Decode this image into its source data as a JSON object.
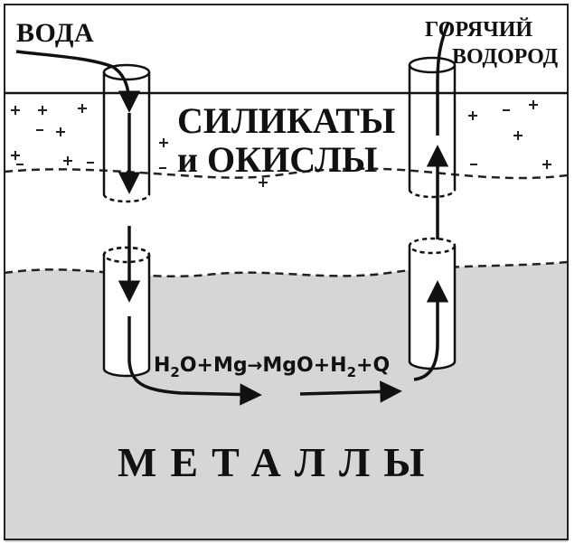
{
  "labels": {
    "water": "ВОДА",
    "hot_line1": "ГОРЯЧИЙ",
    "hot_line2": "ВОДОРОД",
    "silicates_line1": "СИЛИКАТЫ",
    "silicates_line2": "и ОКИСЛЫ",
    "metals": "МЕТАЛЛЫ"
  },
  "equation": {
    "h": "H",
    "two_a": "2",
    "o_plus_mg": "O+Mg",
    "arrow": "→",
    "mgo_plus_h": "MgO+H",
    "two_b": "2",
    "plus_q": "+Q"
  },
  "colors": {
    "ink": "#111111",
    "metal_fill": "#d6d6d6",
    "background": "#ffffff"
  }
}
